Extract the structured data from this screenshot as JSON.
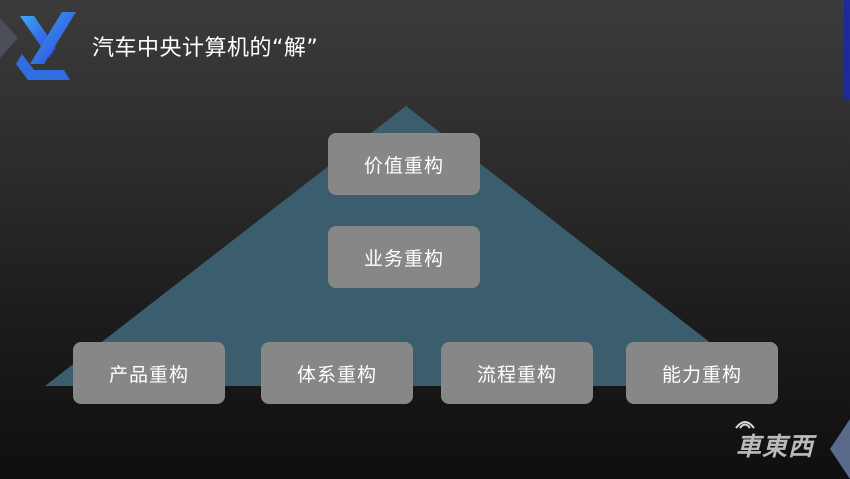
{
  "title": "汽车中央计算机的“解”",
  "boxes": {
    "value": "价值重构",
    "business": "业务重构",
    "product": "产品重构",
    "system": "体系重构",
    "process": "流程重构",
    "ability": "能力重构"
  },
  "watermark": "車東西",
  "colors": {
    "pyramid": "#3b5e6e",
    "box": "#878787",
    "logo_blue": "#2a5bd7",
    "logo_cyan": "#3fa8f4",
    "background_top": "#3b3b3b",
    "background_bottom": "#0f0f0f"
  }
}
